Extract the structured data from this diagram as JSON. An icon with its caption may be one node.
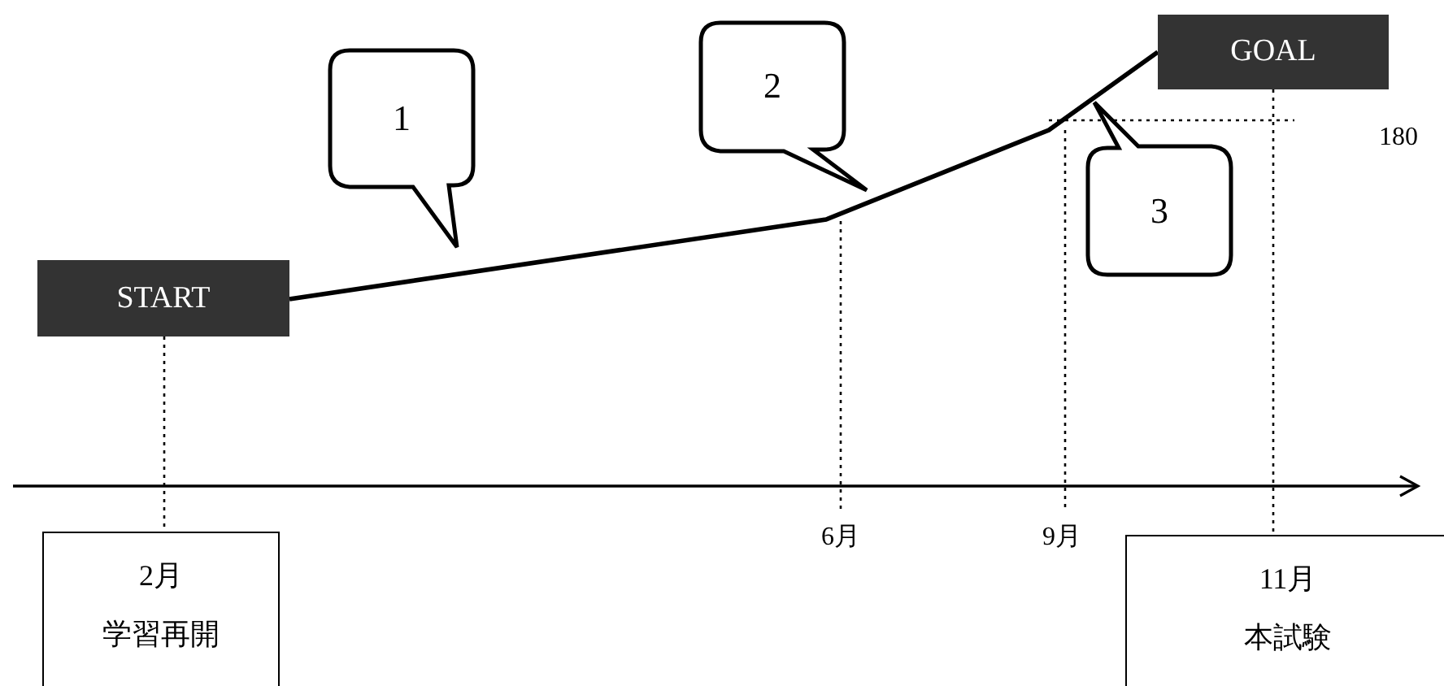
{
  "diagram": {
    "nodes": [
      {
        "text": [
          "START"
        ]
      },
      {
        "text": [
          "GOAL"
        ]
      },
      {
        "text": [
          "1"
        ]
      },
      {
        "text": [
          "2"
        ]
      },
      {
        "text": [
          "3"
        ]
      },
      {
        "text": [
          "2月",
          "学習再開"
        ]
      },
      {
        "text": [
          "11月",
          "本試験"
        ]
      }
    ],
    "edges": [
      {
        "from": 0,
        "to": 1,
        "arrow": "none"
      },
      {
        "from": 0,
        "to": 5,
        "arrow": "none",
        "style": "dashed"
      },
      {
        "from": 1,
        "to": 6,
        "arrow": "none",
        "style": "dashed"
      }
    ],
    "labels": [
      "180",
      "6月",
      "9月"
    ]
  }
}
